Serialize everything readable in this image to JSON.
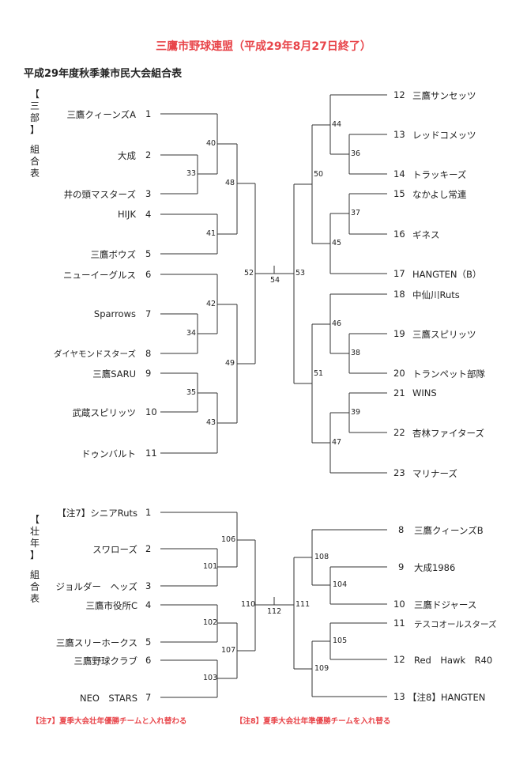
{
  "colors": {
    "title": "#e8454a",
    "line": "#333333",
    "note": "#e8454a"
  },
  "title": "三鷹市野球連盟（平成29年8月27日終了）",
  "subtitle": "平成29年度秋季兼市民大会組合表",
  "div1": {
    "label": [
      "【",
      "三",
      "部",
      "】",
      "",
      "組",
      "合",
      "表"
    ],
    "left_teams": [
      {
        "no": "1",
        "name": "三鷹クィーンズA"
      },
      {
        "no": "2",
        "name": "大成"
      },
      {
        "no": "3",
        "name": "井の頭マスターズ"
      },
      {
        "no": "4",
        "name": "HIJK"
      },
      {
        "no": "5",
        "name": "三鷹ボウズ"
      },
      {
        "no": "6",
        "name": "ニューイーグルス"
      },
      {
        "no": "7",
        "name": "Sparrows"
      },
      {
        "no": "8",
        "name": "ダイヤモンドスターズ"
      },
      {
        "no": "9",
        "name": "三鷹SARU"
      },
      {
        "no": "10",
        "name": "武蔵スピリッツ"
      },
      {
        "no": "11",
        "name": "ドゥンバルト"
      }
    ],
    "right_teams": [
      {
        "no": "12",
        "name": "三鷹サンセッツ"
      },
      {
        "no": "13",
        "name": "レッドコメッツ"
      },
      {
        "no": "14",
        "name": "トラッキーズ"
      },
      {
        "no": "15",
        "name": "なかよし常連"
      },
      {
        "no": "16",
        "name": "ギネス"
      },
      {
        "no": "17",
        "name": "HANGTEN（B）"
      },
      {
        "no": "18",
        "name": "中仙川Ruts"
      },
      {
        "no": "19",
        "name": "三鷹スピリッツ"
      },
      {
        "no": "20",
        "name": "トランペット部隊"
      },
      {
        "no": "21",
        "name": "WINS"
      },
      {
        "no": "22",
        "name": "杏林ファイターズ"
      },
      {
        "no": "23",
        "name": "マリナーズ"
      }
    ],
    "matches": [
      "33",
      "34",
      "35",
      "36",
      "37",
      "38",
      "39",
      "40",
      "41",
      "42",
      "43",
      "44",
      "45",
      "46",
      "47",
      "48",
      "49",
      "50",
      "51",
      "52",
      "53",
      "54"
    ]
  },
  "div2": {
    "label": [
      "【",
      "壮",
      "年",
      "】",
      "",
      "組",
      "合",
      "表"
    ],
    "left_teams": [
      {
        "no": "1",
        "name": "【注7】シニアRuts"
      },
      {
        "no": "2",
        "name": "スワローズ"
      },
      {
        "no": "3",
        "name": "ジョルダー　ヘッズ"
      },
      {
        "no": "4",
        "name": "三鷹市役所C"
      },
      {
        "no": "5",
        "name": "三鷹スリーホークス"
      },
      {
        "no": "6",
        "name": "三鷹野球クラブ"
      },
      {
        "no": "7",
        "name": "NEO　STARS"
      }
    ],
    "right_teams": [
      {
        "no": "8",
        "name": "三鷹クィーンズB"
      },
      {
        "no": "9",
        "name": "大成1986"
      },
      {
        "no": "10",
        "name": "三鷹ドジャース"
      },
      {
        "no": "11",
        "name": "テスコオールスターズ"
      },
      {
        "no": "12",
        "name": "Red　Hawk　R40"
      },
      {
        "no": "13",
        "name": "【注8】HANGTEN"
      }
    ],
    "matches": [
      "101",
      "102",
      "103",
      "104",
      "105",
      "106",
      "107",
      "108",
      "109",
      "110",
      "111",
      "112"
    ]
  },
  "notes": [
    "【注7】夏季大会壮年優勝チームと入れ替わる",
    "【注8】夏季大会壮年準優勝チームを入れ替る"
  ]
}
